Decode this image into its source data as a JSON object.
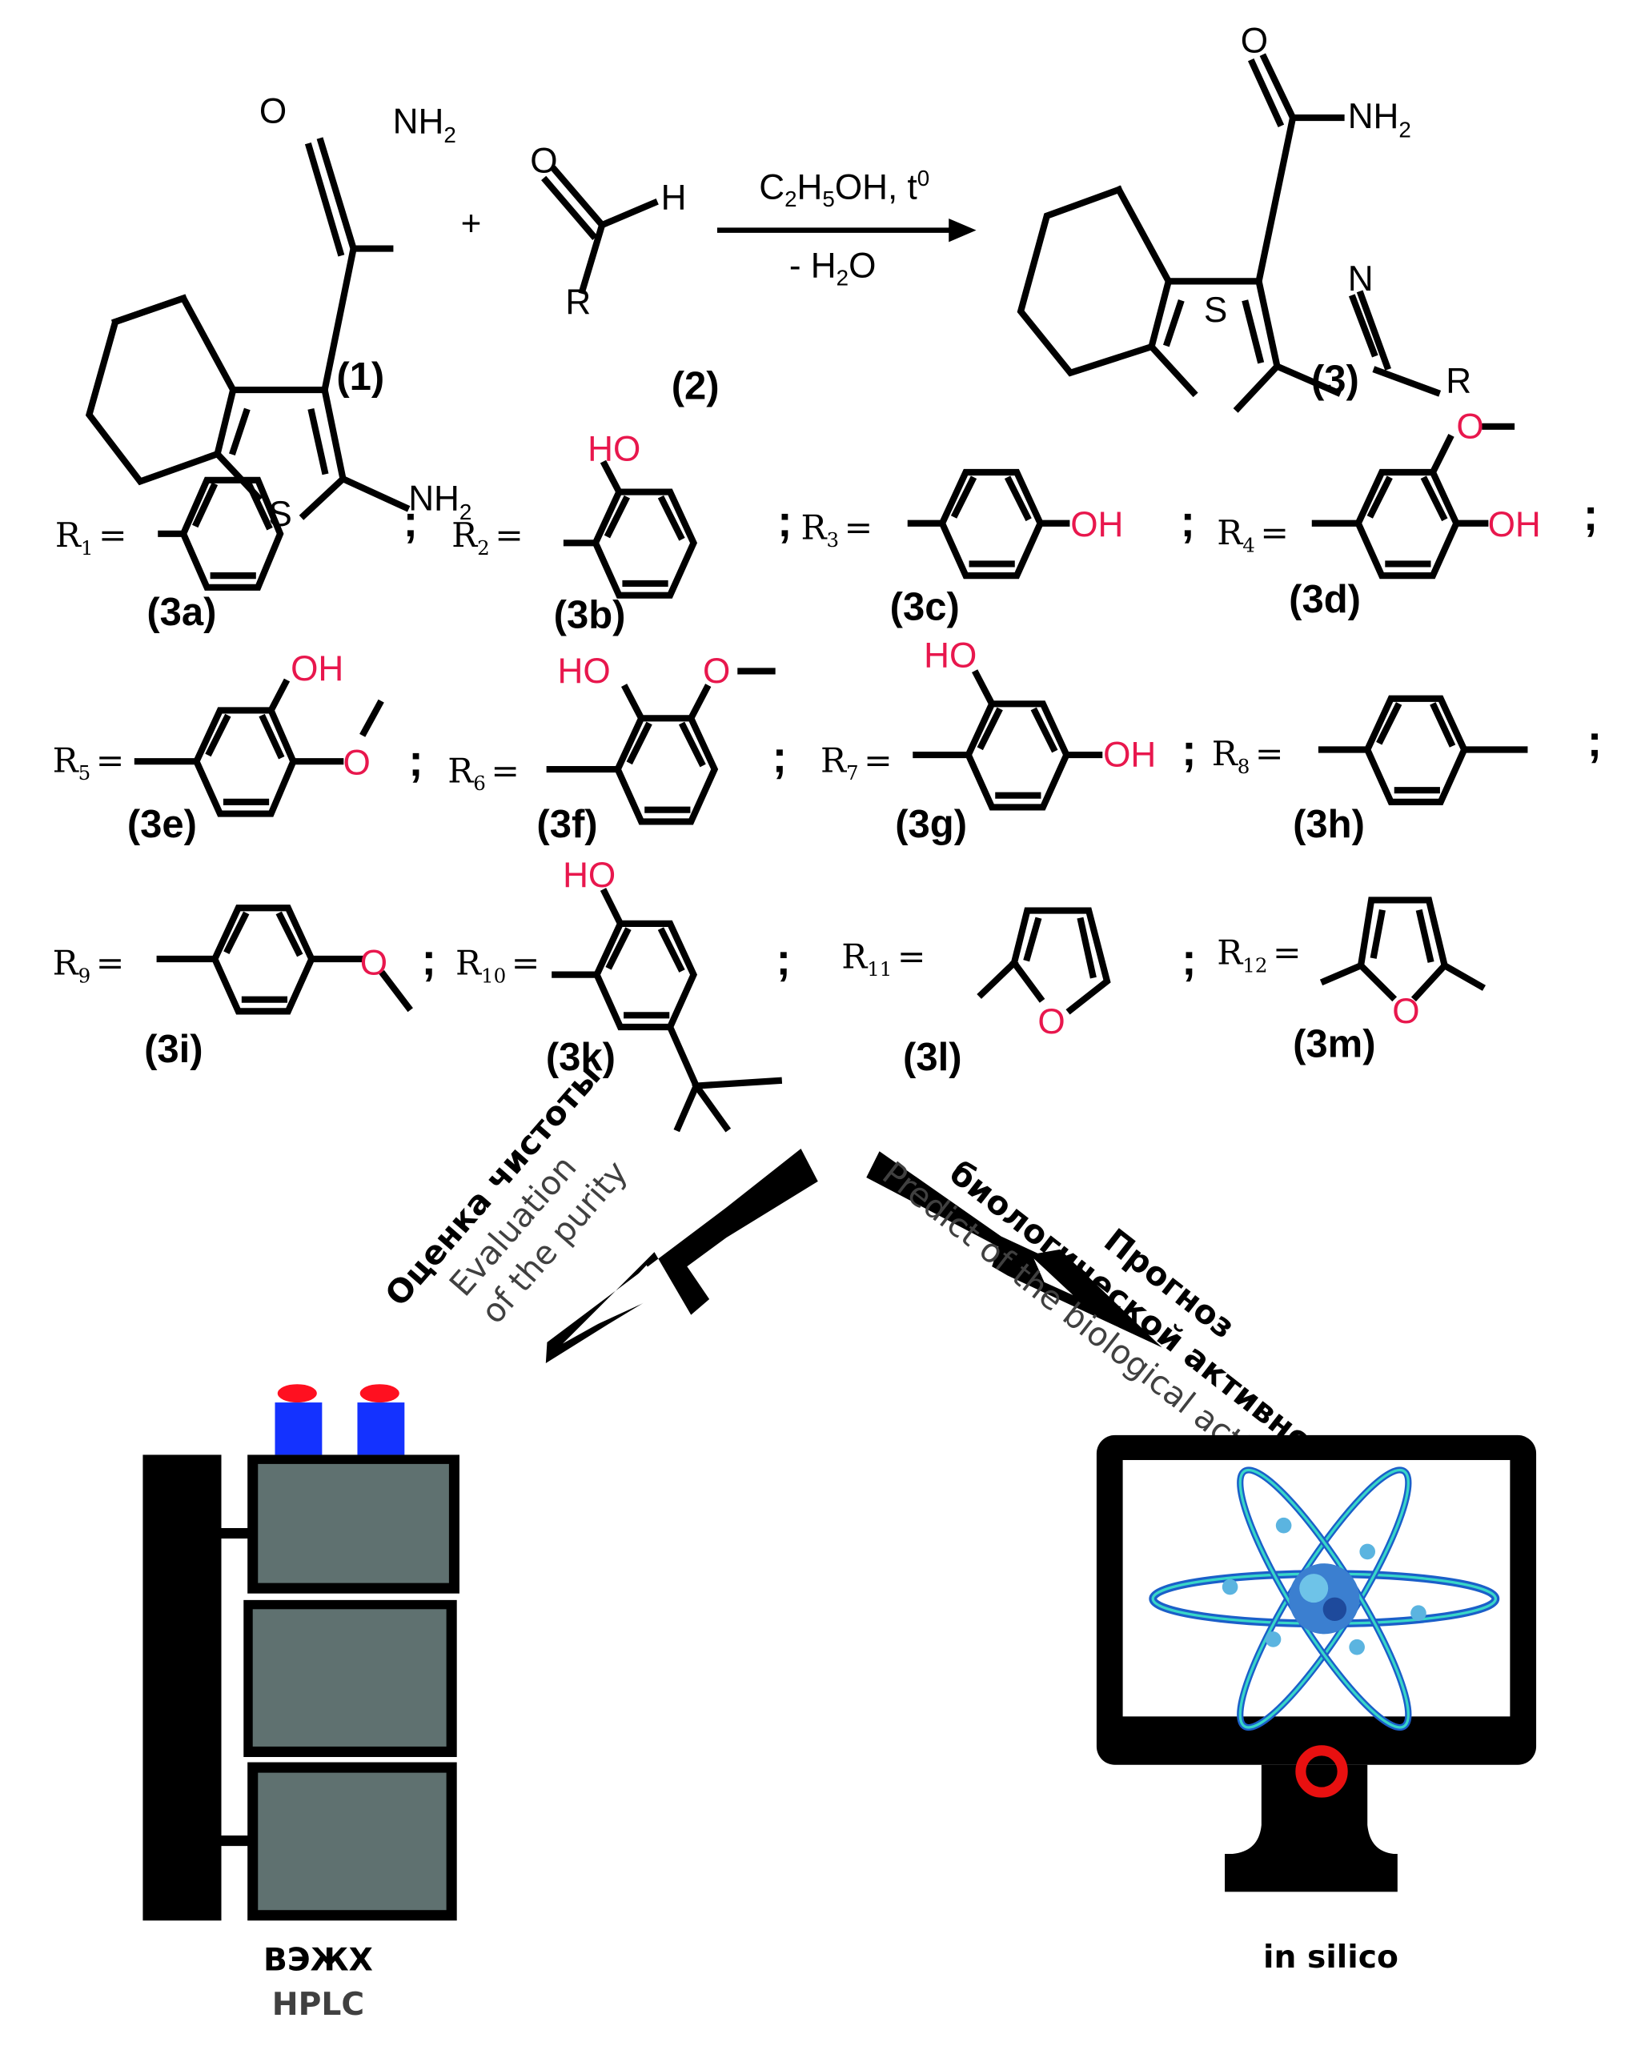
{
  "reaction": {
    "reactant1": {
      "label": "(1)",
      "atoms": {
        "O": "O",
        "NH2_amide": "NH",
        "NH2_amide_sub": "2",
        "NH2_amine": "NH",
        "NH2_amine_sub": "2",
        "S": "S"
      }
    },
    "plus": "+",
    "reactant2": {
      "label": "(2)",
      "atoms": {
        "O": "O",
        "H": "H",
        "R": "R"
      }
    },
    "conditions": {
      "above_a": "C",
      "above_a_sub": "2",
      "above_b": "H",
      "above_b_sub": "5",
      "above_c": "OH, t",
      "above_sup": "0",
      "below_a": "- H",
      "below_sub": "2",
      "below_b": "O"
    },
    "product": {
      "label": "(3)",
      "atoms": {
        "O": "O",
        "NH2": "NH",
        "NH2_sub": "2",
        "S": "S",
        "N": "N",
        "R": "R"
      }
    }
  },
  "substituents": [
    {
      "r": "R",
      "sub": "1",
      "eq": "=",
      "code": "(3a)",
      "groups": []
    },
    {
      "r": "R",
      "sub": "2",
      "eq": "=",
      "code": "(3b)",
      "groups": [
        "HO"
      ]
    },
    {
      "r": "R",
      "sub": "3",
      "eq": "=",
      "code": "(3c)",
      "groups": [
        "OH"
      ]
    },
    {
      "r": "R",
      "sub": "4",
      "eq": "=",
      "code": "(3d)",
      "groups": [
        "O",
        "OH"
      ]
    },
    {
      "r": "R",
      "sub": "5",
      "eq": "=",
      "code": "(3e)",
      "groups": [
        "OH",
        "O"
      ]
    },
    {
      "r": "R",
      "sub": "6",
      "eq": "=",
      "code": "(3f)",
      "groups": [
        "HO",
        "O"
      ]
    },
    {
      "r": "R",
      "sub": "7",
      "eq": "=",
      "code": "(3g)",
      "groups": [
        "HO",
        "OH"
      ]
    },
    {
      "r": "R",
      "sub": "8",
      "eq": "=",
      "code": "(3h)",
      "groups": []
    },
    {
      "r": "R",
      "sub": "9",
      "eq": "=",
      "code": "(3i)",
      "groups": [
        "O"
      ]
    },
    {
      "r": "R",
      "sub": "10",
      "eq": "=",
      "code": "(3k)",
      "groups": [
        "HO"
      ]
    },
    {
      "r": "R",
      "sub": "11",
      "eq": "=",
      "code": "(3l)",
      "groups": [
        "O"
      ]
    },
    {
      "r": "R",
      "sub": "12",
      "eq": "=",
      "code": "(3m)",
      "groups": [
        "O"
      ]
    }
  ],
  "separator": ";",
  "branches": {
    "purity": {
      "ru": "Оценка чистоты",
      "en_line1": "Evaluation",
      "en_line2": "of the purity"
    },
    "bio": {
      "ru_line1": "Прогноз",
      "ru_line2": "биологической активности",
      "en": "Predict of the biological activity"
    }
  },
  "hplc": {
    "caption_ru": "ВЭЖХ",
    "caption_en": "HPLC"
  },
  "computer": {
    "caption": "in silico"
  },
  "colors": {
    "heteroatom": "#e8174d",
    "hplc_panel": "#5f7170",
    "hplc_cap_blue": "#1432ff",
    "hplc_cap_red": "#ff1020",
    "orbit_dark": "#1b5fc9",
    "orbit_light": "#38d6c8",
    "power_ring": "#e81010"
  },
  "icons": [
    "hplc-instrument-icon",
    "computer-monitor-icon",
    "atom-icon",
    "arrow-icon"
  ]
}
